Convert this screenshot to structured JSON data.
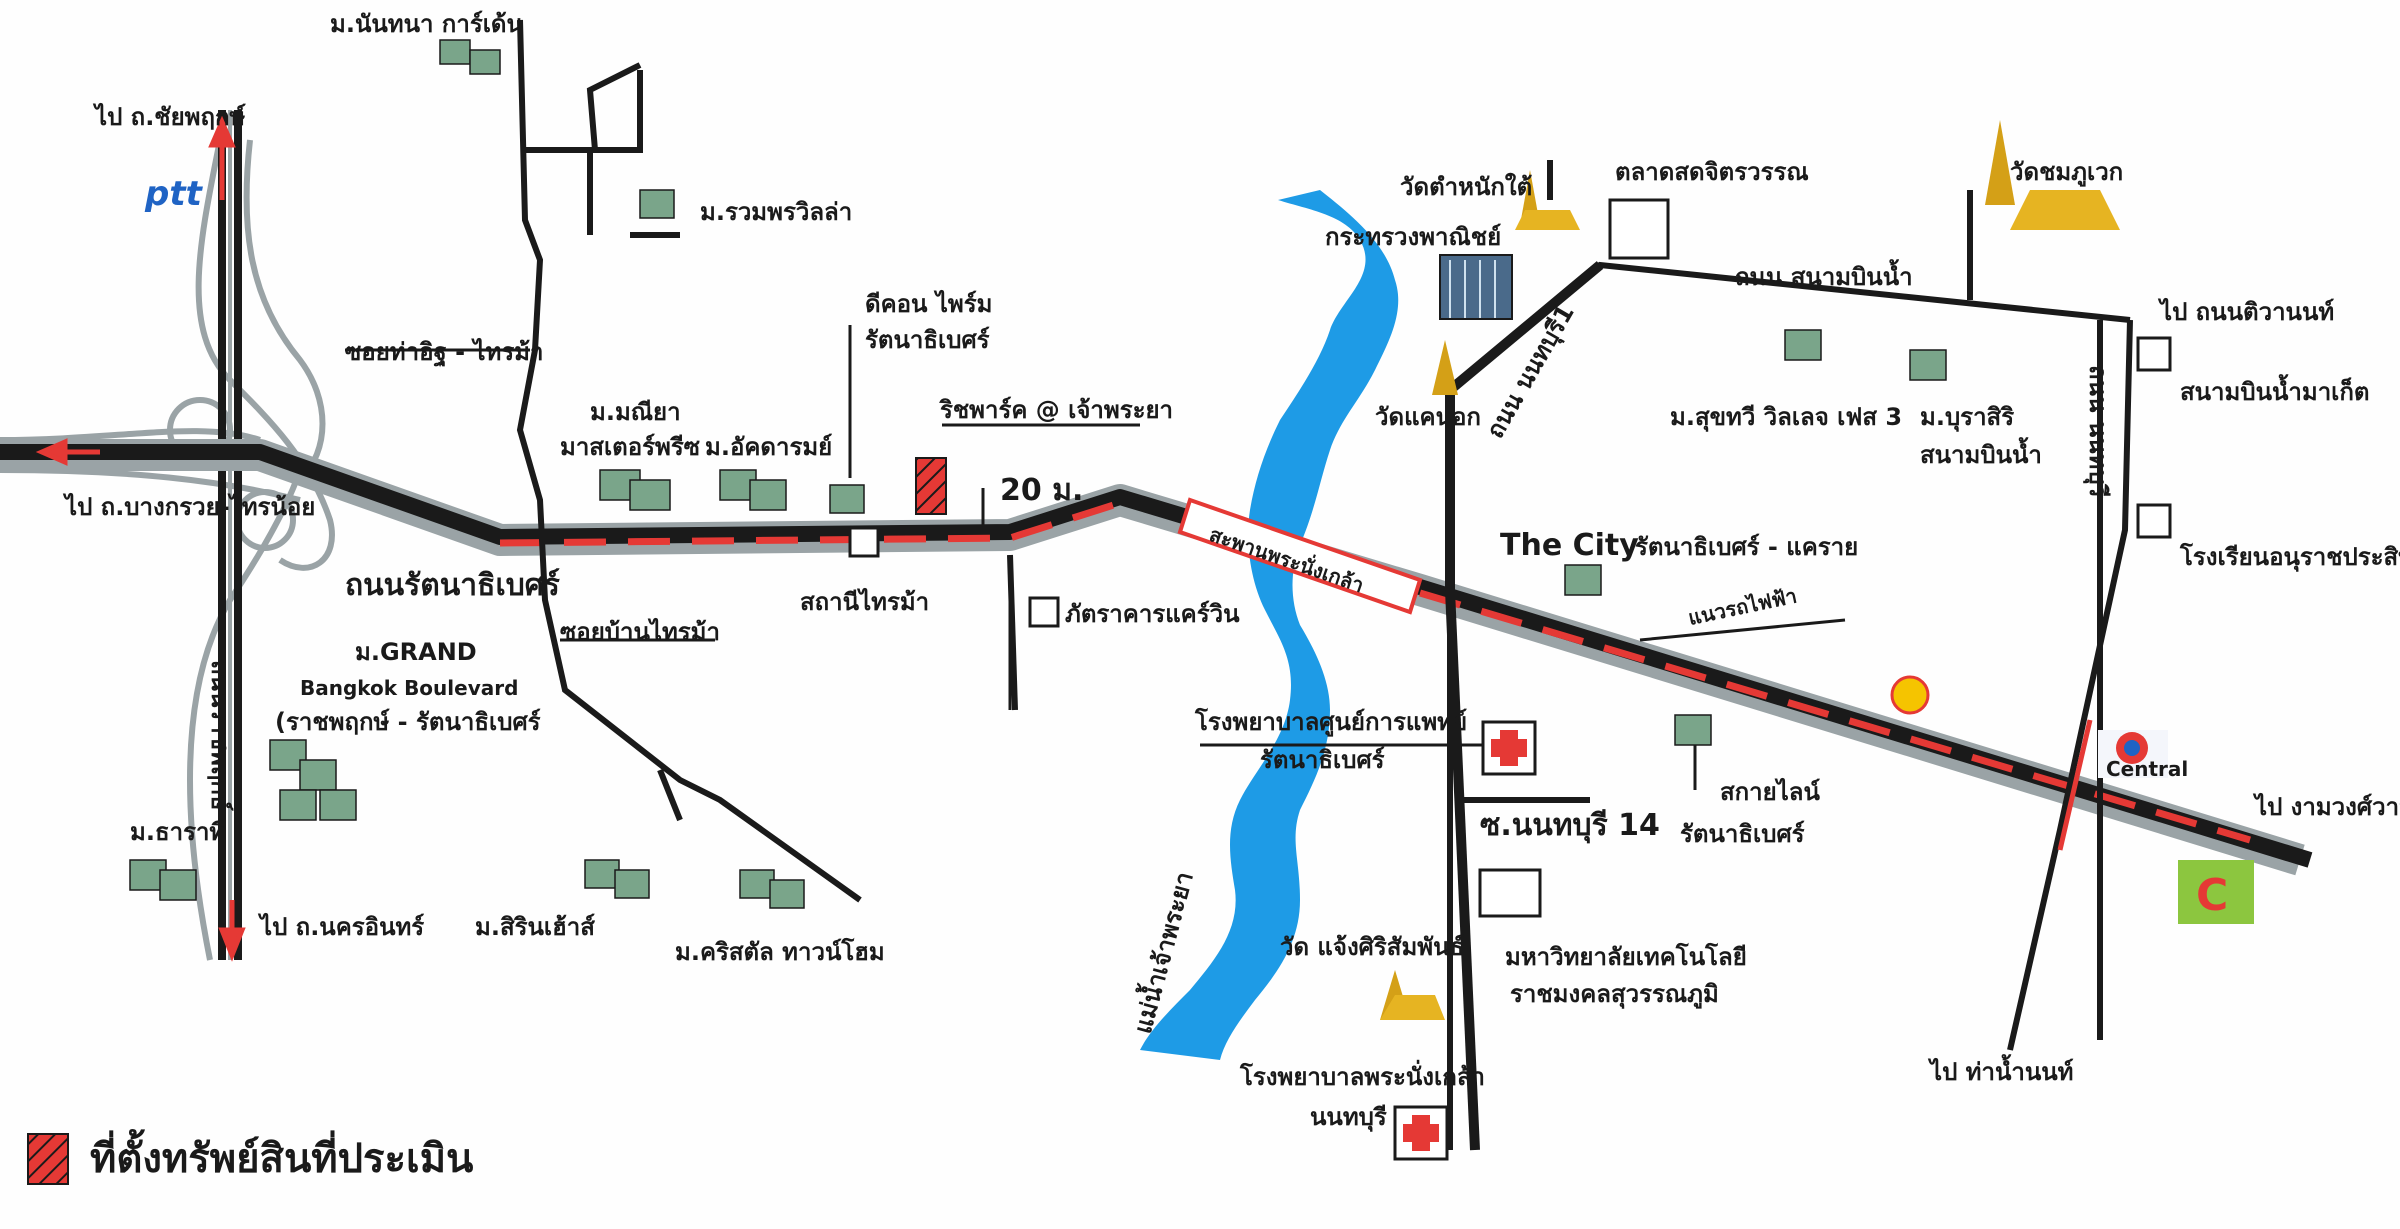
{
  "map": {
    "labels": {
      "to_chaiyaphruek": "ไป ถ.ชัยพฤกษ์",
      "to_bangkruai": "ไป ถ.บางกรวย-ไทรน้อย",
      "to_nakhon_in": "ไป ถ.นครอินทร์",
      "to_tanon_tiwanon": "ไป ถนนติวานนท์",
      "to_ngamwongwan": "ไป งามวงศ์วาน",
      "to_tha_nam_non": "ไป ท่าน้ำนนท์",
      "ratchaphruek_road": "ถนนราชพฤกษ์",
      "rattanathibet_road": "ถนนรัตนาธิเบศร์",
      "soi_tha_it": "ซอยท่าอิฐ - ไทรม้า",
      "soi_ban_sai_ma": "ซอยบ้านไทรม้า",
      "sai_ma_station": "สถานีไทรม้า",
      "nanthana_garden": "ม.นันทนา การ์เด้น",
      "ruamporn_villa": "ม.รวมพรวิลล่า",
      "manisha_line1": "ม.มณียา",
      "manisha_line2": "มาสเตอร์พรีซ",
      "attharom": "ม.อัคดารมย์",
      "dcondo_line1": "ดีคอน ไพร์ม",
      "dcondo_line2": "รัตนาธิเบศร์",
      "richpark": "ริชพาร์ค @ เจ้าพระยา",
      "distance": "20 ม.",
      "restaurant": "ภัตราคารแคร์วิน",
      "grand_line1": "ม.GRAND",
      "grand_line2": "Bangkok Boulevard",
      "grand_line3": "(ราชพฤกษ์ - รัตนาธิเบศร์",
      "tharathi": "ม.ธาราที",
      "sirin_house": "ม.สิรินเฮ้าส์",
      "crystal": "ม.คริสตัล ทาวน์โฮม",
      "commerce_ministry": "กระทรวงพาณิชย์",
      "wat_tamnak_tai": "วัดตำหนักใต้",
      "wat_khae_nok": "วัดแคนอก",
      "bridge": "สะพานพระนั่งเกล้า",
      "river": "แม่น้ำเจ้าพระยา",
      "hospital_line1": "โรงพยาบาลศูนย์การแพทย์",
      "hospital_line2": "รัตนาธิเบศร์",
      "wat_chaeng": "วัด แจ้งศิริสัมพันธ์",
      "phra_nang_klao_hosp_line1": "โรงพยาบาลพระนั่งเกล้า",
      "phra_nang_klao_hosp_line2": "นนทบุรี",
      "fresh_market": "ตลาดสดจิตรวรรณ",
      "nonthaburi1_road": "ถนน นนทบุรี1",
      "sanambinnam_road": "ถนน สนามบินน้ำ",
      "wat_chomphuwek": "วัดชมภูเวก",
      "suchaya_village": "ม.สุขทวี วิลเลจ เฟส 3",
      "burasiri_line1": "ม.บุราสิริ",
      "burasiri_line2": "สนามบินน้ำ",
      "the_city": "The City",
      "the_city_sub": "รัตนาธิเบศร์ - แคราย",
      "purple_line": "แนวรถไฟฟ้า",
      "skyline_line1": "สกายไลน์",
      "skyline_line2": "รัตนาธิเบศร์",
      "soi_nonthaburi_14": "ซ.นนทบุรี 14",
      "rmutsb_line1": "มหาวิทยาลัยเทคโนโลยี",
      "rmutsb_line2": "ราชมงคลสุวรรณภูมิ",
      "sanambin_market": "สนามบินน้ำมาเก็ต",
      "anuraj_school": "โรงเรียนอนุราชประสิทธิ์",
      "nonthaburi_road": "ถนน นนทบุรี",
      "ptt": "ptt",
      "central": "Central"
    },
    "legend": {
      "text": "ที่ตั้งทรัพย์สินที่ประเมิน"
    },
    "colors": {
      "road": "#1a1a1a",
      "road_outline": "#9aa3a6",
      "purple_line": "#e53935",
      "river": "#1e9be6",
      "marker": "#e53935",
      "arrow": "#e53935",
      "ptt": "#1f63c4"
    }
  }
}
